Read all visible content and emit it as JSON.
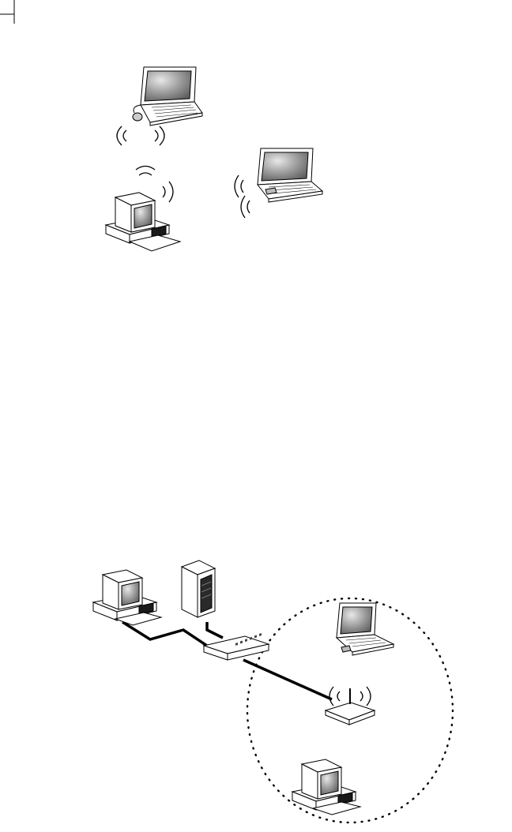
{
  "diagrams": {
    "top": {
      "kind": "ad-hoc wireless network",
      "devices": [
        "laptop-with-adapter",
        "laptop-with-pc-card",
        "desktop-with-adapter"
      ]
    },
    "bottom": {
      "kind": "infrastructure wireless network",
      "devices": [
        "wired-desktop",
        "tower-server",
        "switch",
        "wireless-access-point",
        "wireless-laptop",
        "wireless-desktop"
      ]
    }
  },
  "colors": {
    "line": "#000000",
    "screen": "#8c8c8c",
    "case": "#ffffff",
    "panel": "#1a1a1a"
  },
  "icons": [
    "laptop-icon",
    "desktop-icon",
    "server-icon",
    "switch-icon",
    "access-point-icon",
    "wireless-signal-icon"
  ]
}
